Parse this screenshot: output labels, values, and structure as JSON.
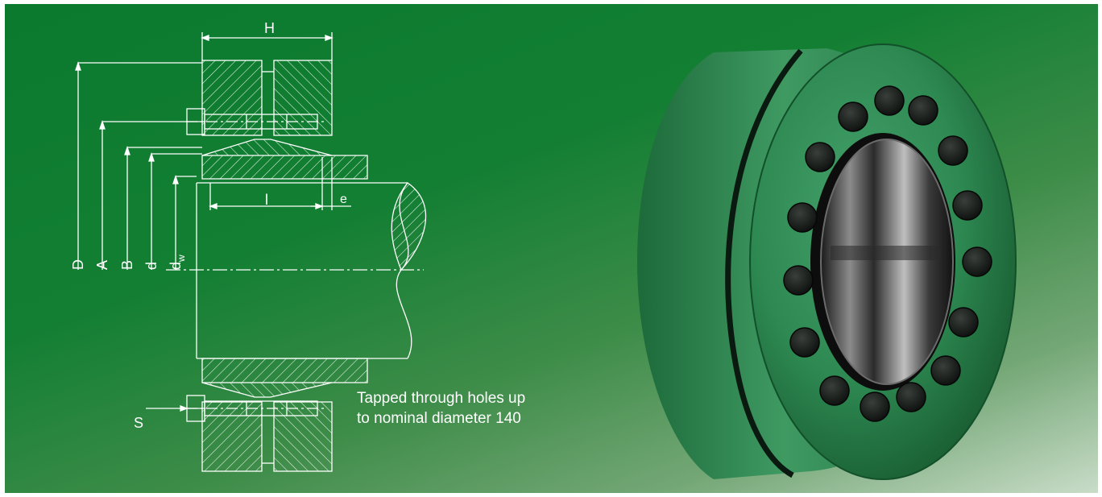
{
  "dimensions": {
    "height_label": "H",
    "outer_diameter_label": "D",
    "bolt_circle_label": "A",
    "bore_b_label": "B",
    "bore_d_label": "d",
    "shaft_label_main": "d",
    "shaft_label_sub": "w",
    "clamp_length_label": "l",
    "offset_label": "e",
    "screw_label": "S"
  },
  "note": {
    "line1": "Tapped through holes up",
    "line2": "to nominal diameter 140"
  },
  "colors": {
    "background_start": "#0b7a2e",
    "background_end": "#c9dcc8",
    "ring_body": "#2e8a52",
    "bolt_heads": "#161a17"
  },
  "icons": {
    "product": "locking-assembly-product-icon"
  }
}
